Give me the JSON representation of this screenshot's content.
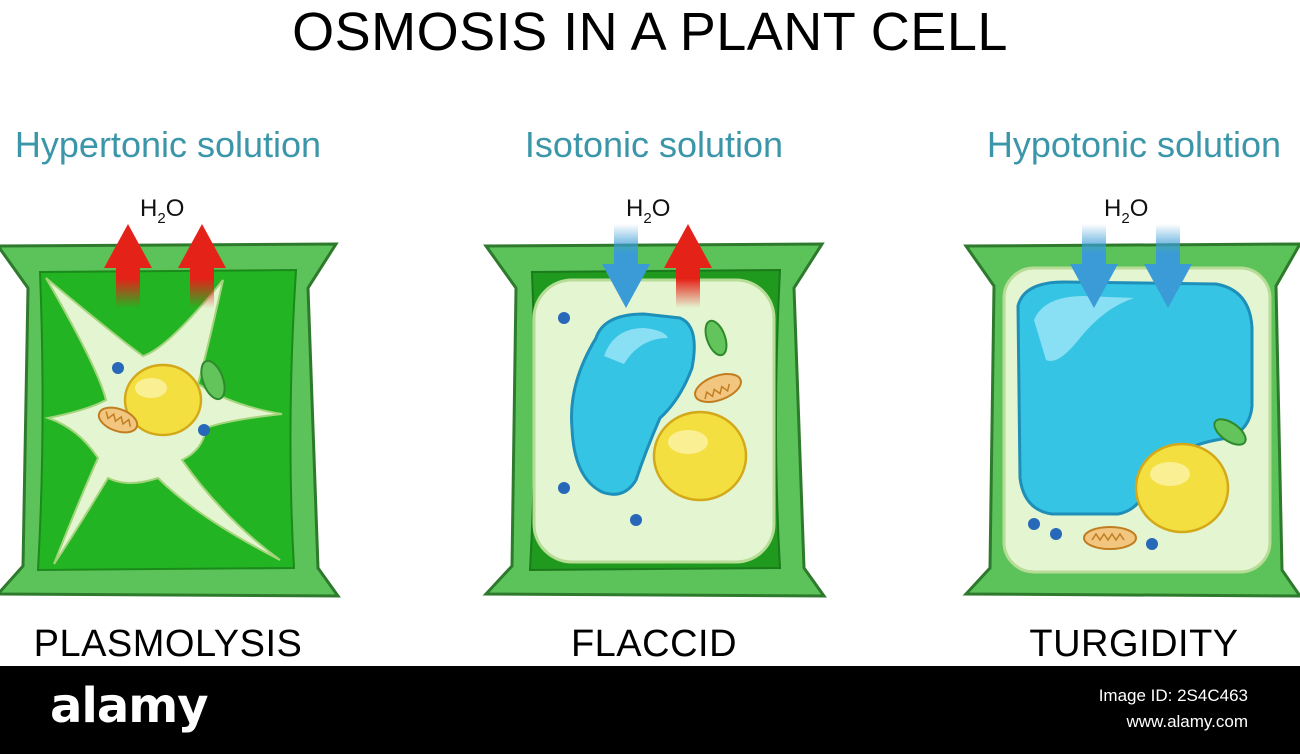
{
  "title": "OSMOSIS IN A PLANT CELL",
  "panels": [
    {
      "solution": "Hypertonic solution",
      "state": "PLASMOLYSIS",
      "water": "H",
      "water_sub": "2",
      "water_end": "O"
    },
    {
      "solution": "Isotonic solution",
      "state": "FLACCID",
      "water": "H",
      "water_sub": "2",
      "water_end": "O"
    },
    {
      "solution": "Hypotonic solution",
      "state": "TURGIDITY",
      "water": "H",
      "water_sub": "2",
      "water_end": "O"
    }
  ],
  "colors": {
    "cell_wall": "#5cc35a",
    "cell_wall_dark": "#2e7a2c",
    "cytoplasm_dark": "#22b422",
    "cytoplasm_light": "#e4f5d2",
    "vacuole": "#36c4e4",
    "nucleus": "#f4df40",
    "arrow_out": "#e52218",
    "arrow_in": "#3a9bd6",
    "solution_text": "#3a96a8"
  },
  "footer": {
    "logo": "alamy",
    "image_id": "Image ID: 2S4C463",
    "site": "www.alamy.com"
  }
}
